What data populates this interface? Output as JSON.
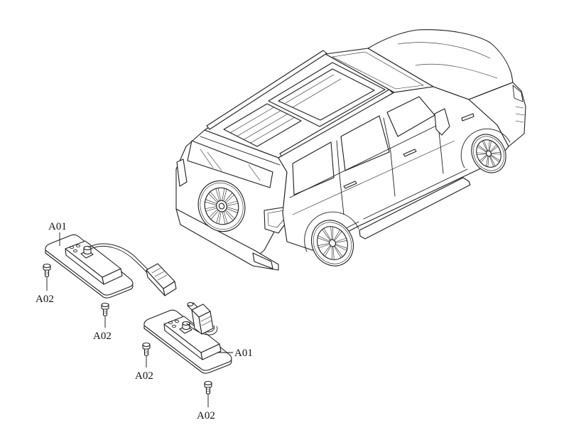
{
  "labels": {
    "lamp_upper": "A01",
    "lamp_lower": "A01",
    "screw_1": "A02",
    "screw_2": "A02",
    "screw_3": "A02",
    "screw_4": "A02"
  },
  "colors": {
    "line": "#1e1e1e",
    "background": "#ffffff"
  }
}
